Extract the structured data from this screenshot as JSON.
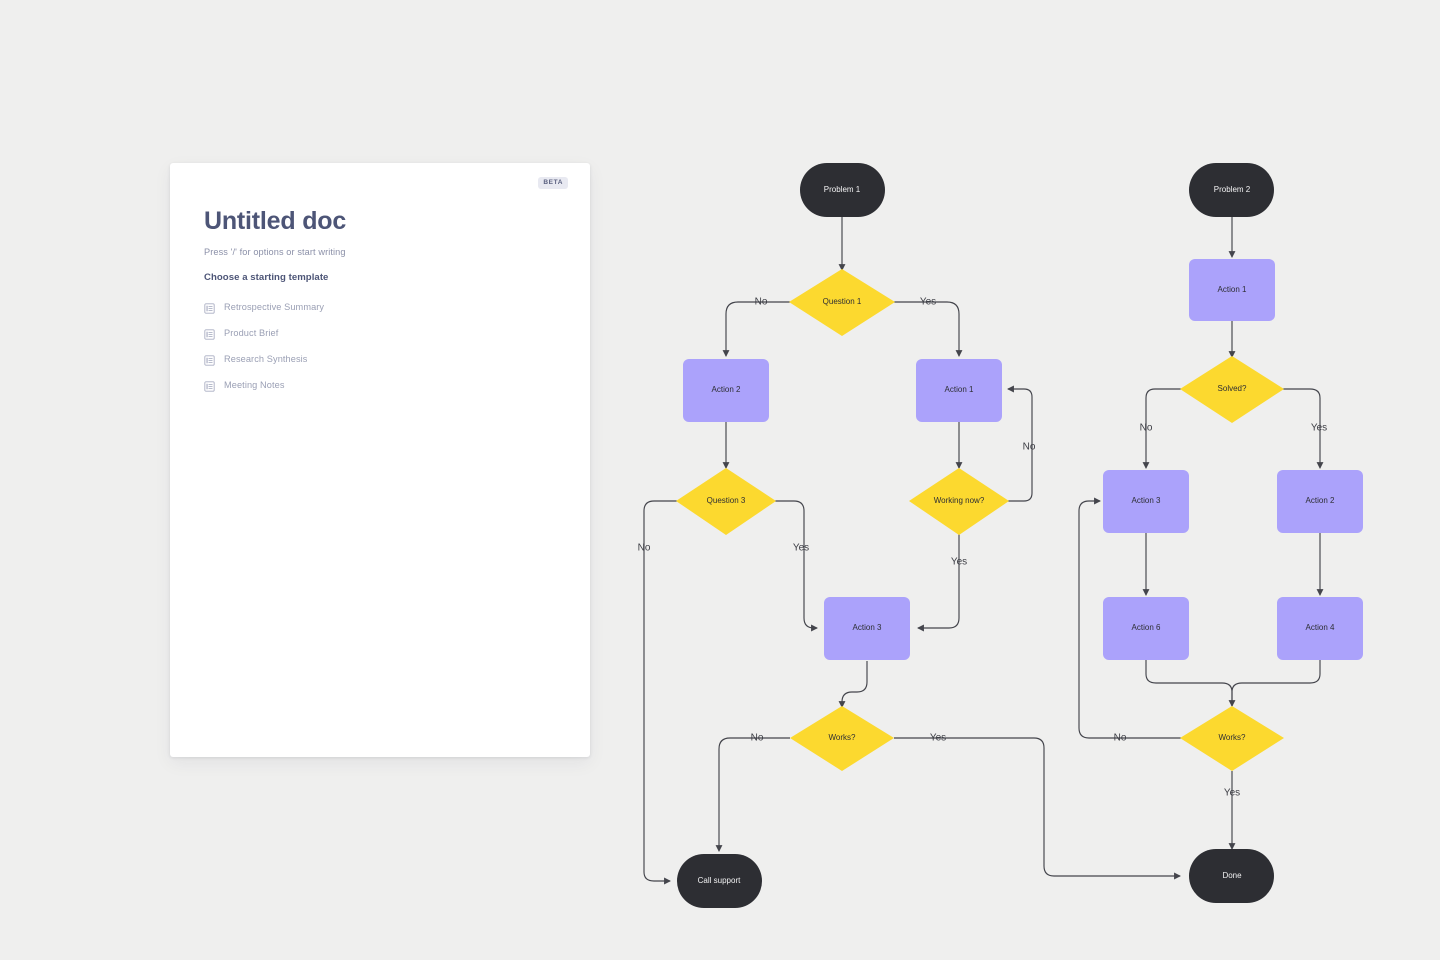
{
  "canvas": {
    "background_color": "#efefee"
  },
  "doc_card": {
    "badge": "BETA",
    "title": "Untitled doc",
    "hint": "Press '/' for options or start writing",
    "templates_heading": "Choose a starting template",
    "templates": [
      {
        "label": "Retrospective Summary",
        "icon": "document-icon"
      },
      {
        "label": "Product Brief",
        "icon": "document-icon"
      },
      {
        "label": "Research Synthesis",
        "icon": "document-icon"
      },
      {
        "label": "Meeting Notes",
        "icon": "document-icon"
      }
    ],
    "colors": {
      "surface": "#ffffff",
      "title": "#4d5577",
      "muted": "#9a9fb4",
      "badge_bg": "#e8e9f1",
      "badge_fg": "#5b6180"
    }
  },
  "flowchart": {
    "colors": {
      "terminal": "#2d2e33",
      "terminal_text": "#f2f2f3",
      "action": "#aba2fb",
      "decision": "#fcd92f",
      "node_text": "#2d2e33",
      "connector": "#44454c"
    },
    "left_flow": {
      "nodes": {
        "start": "Problem 1",
        "q1": "Question 1",
        "action2": "Action 2",
        "action1": "Action 1",
        "q3": "Question 3",
        "working": "Working now?",
        "action3": "Action 3",
        "works": "Works?",
        "end": "Call support"
      },
      "edge_labels": {
        "q1_no": "No",
        "q1_yes": "Yes",
        "q3_no": "No",
        "q3_yes": "Yes",
        "working_no": "No",
        "working_yes": "Yes",
        "works_no": "No",
        "works_yes": "Yes"
      }
    },
    "right_flow": {
      "nodes": {
        "start": "Problem 2",
        "action1": "Action 1",
        "solved": "Solved?",
        "action3": "Action 3",
        "action2": "Action 2",
        "action6": "Action 6",
        "action4": "Action 4",
        "works": "Works?",
        "end": "Done"
      },
      "edge_labels": {
        "solved_no": "No",
        "solved_yes": "Yes",
        "works_no": "No",
        "works_yes": "Yes"
      }
    }
  }
}
